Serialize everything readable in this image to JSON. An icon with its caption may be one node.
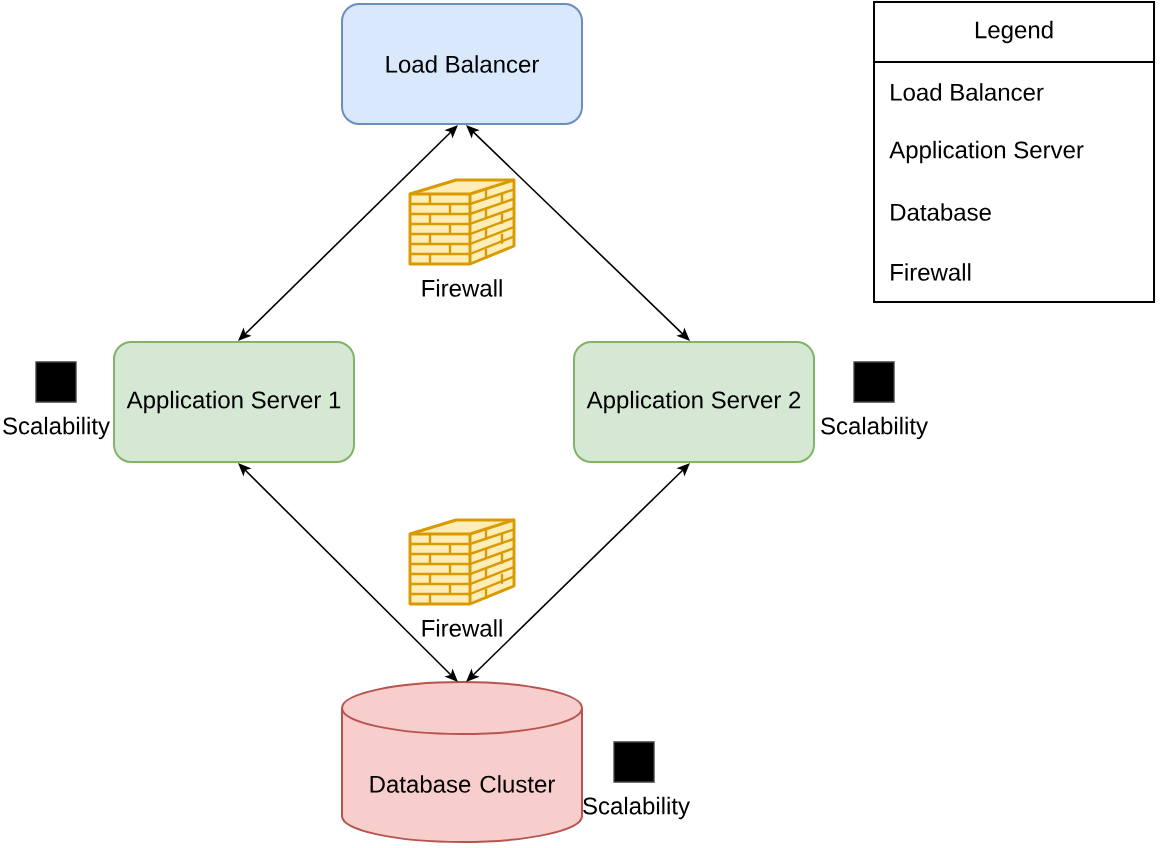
{
  "diagram": {
    "nodes": [
      {
        "text": [
          "Load Balancer"
        ]
      },
      {
        "text": [
          "Firewall"
        ]
      },
      {
        "text": [
          "Scalability"
        ]
      },
      {
        "text": [
          "Application Server 1"
        ]
      },
      {
        "text": [
          "Application Server 2"
        ]
      },
      {
        "text": [
          "Scalability"
        ]
      },
      {
        "text": [
          "Firewall"
        ]
      },
      {
        "text": [
          "Database Cluster"
        ]
      },
      {
        "text": [
          "Scalability"
        ]
      }
    ],
    "edges": [
      {
        "from": 0,
        "to": 3,
        "arrow": "both"
      },
      {
        "from": 0,
        "to": 4,
        "arrow": "both"
      },
      {
        "from": 3,
        "to": 7,
        "arrow": "both"
      },
      {
        "from": 4,
        "to": 7,
        "arrow": "both"
      }
    ],
    "labels": [
      "Legend"
    ],
    "legend": [
      {
        "text": "Load Balancer"
      },
      {
        "text": "Application Server"
      },
      {
        "text": "Database"
      },
      {
        "text": "Firewall"
      }
    ]
  }
}
